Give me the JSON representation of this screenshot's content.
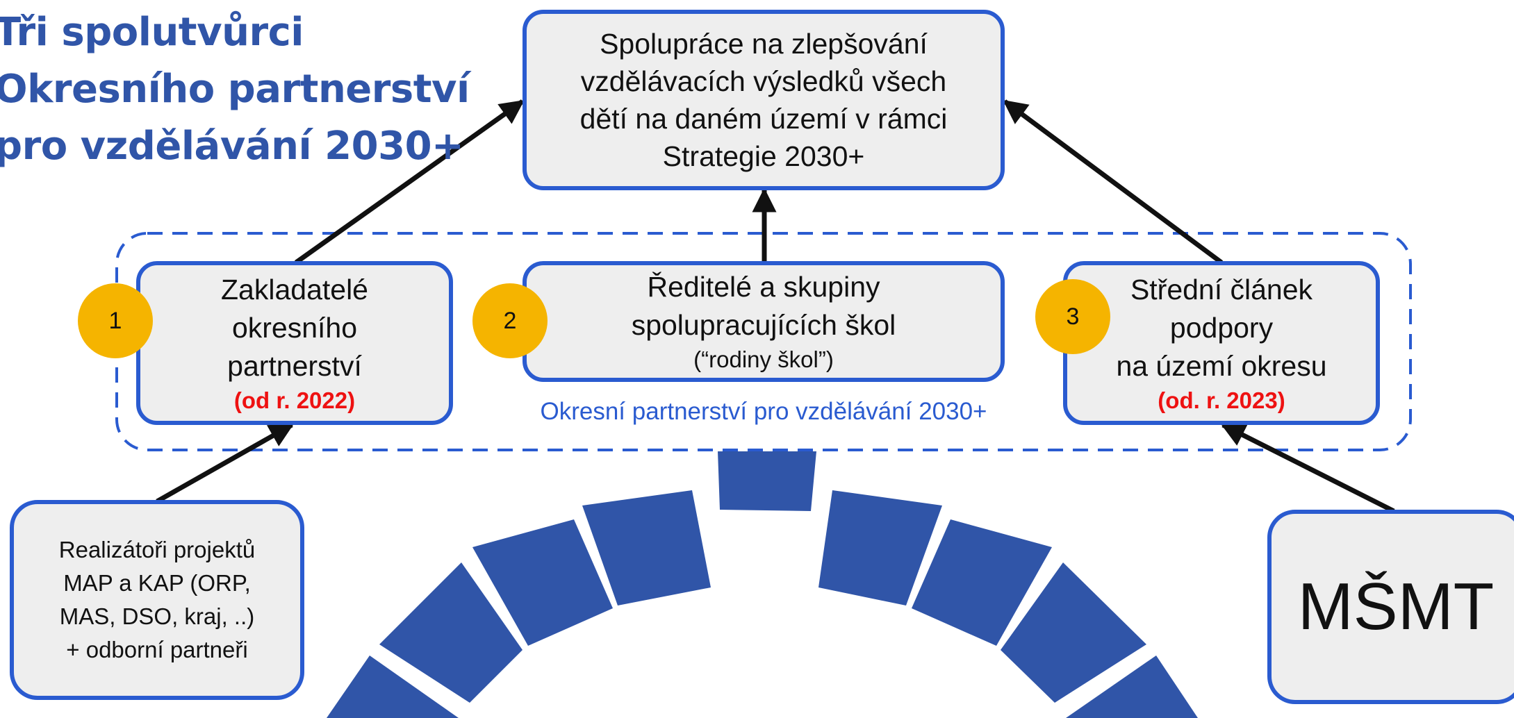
{
  "title": {
    "line1": "Tři spolutvůrci",
    "line2": "Okresního partnerství",
    "line3": "pro vzdělávání 2030+"
  },
  "goal_box": {
    "line1": "Spolupráce na zlepšování",
    "line2": "vzdělávacích výsledků všech",
    "line3": "dětí na daném území v rámci",
    "line4": "Strategie 2030+"
  },
  "cocreators": [
    {
      "number": "1",
      "lines": [
        "Zakladatelé",
        "okresního",
        "partnerství"
      ],
      "note": "(od r. 2022)"
    },
    {
      "number": "2",
      "lines": [
        "Ředitelé a skupiny",
        "spolupracujících škol"
      ],
      "note": "(“rodiny škol”)"
    },
    {
      "number": "3",
      "lines": [
        "Střední článek",
        "podpory",
        "na území okresu"
      ],
      "note": "(od. r. 2023)"
    }
  ],
  "partnership_label": "Okresní partnerství pro vzdělávání 2030+",
  "realizers_box": {
    "line1": "Realizátoři projektů",
    "line2": "MAP a KAP (ORP,",
    "line3": "MAS, DSO, kraj, ..)",
    "line4": "+ odborní partneři"
  },
  "msmt_box": {
    "label": "MŠMT"
  },
  "colors": {
    "title": "#3055a8",
    "box_border": "#2a5bd0",
    "box_fill": "#eeeeee",
    "badge": "#f5b400",
    "note_red": "#ee1111",
    "arc": "#3055a8",
    "arrow": "#111111"
  }
}
